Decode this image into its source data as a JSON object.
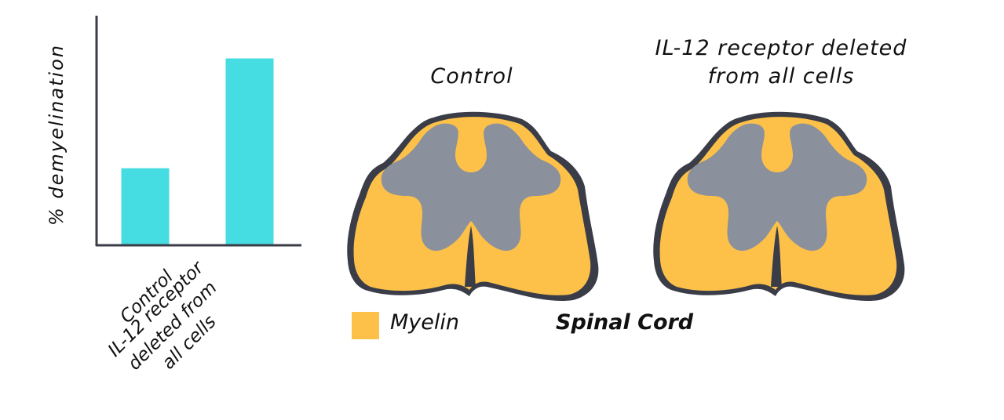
{
  "chart_data": {
    "type": "bar",
    "categories": [
      "Control",
      "IL-12 receptor\ndeleted from\nall cells"
    ],
    "values": [
      38,
      93
    ],
    "ylabel": "% demyelination",
    "xlabel": "",
    "title": "",
    "ylim": [
      0,
      115
    ],
    "grid": false,
    "bar_color": "#45DCE2",
    "axis_color": "#3a3d47"
  },
  "diagram": {
    "panels": [
      {
        "title": "Control"
      },
      {
        "title": "IL-12 receptor deleted\nfrom all cells"
      }
    ],
    "legend": {
      "label": "Myelin",
      "color": "#FDC14A"
    },
    "caption": "Spinal Cord",
    "colors": {
      "myelin": "#FDC14A",
      "gray_matter": "#8A909C",
      "outline": "#3a3d47"
    }
  }
}
